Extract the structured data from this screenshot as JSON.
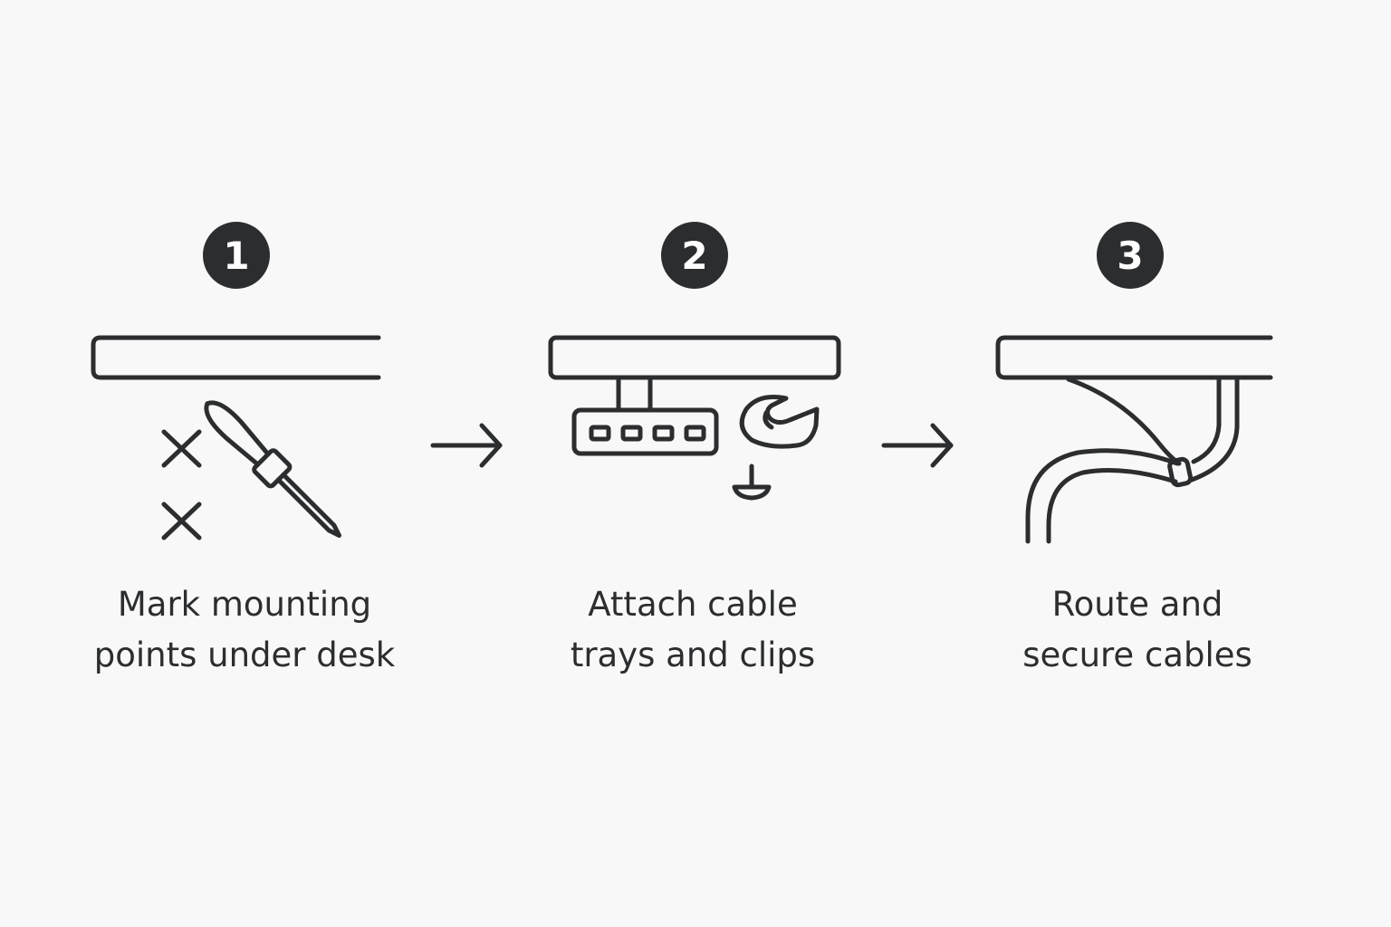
{
  "steps": [
    {
      "number": "1",
      "caption_lines": [
        "Mark mounting",
        "points under desk"
      ]
    },
    {
      "number": "2",
      "caption_lines": [
        "Attach cable",
        "trays and clips"
      ]
    },
    {
      "number": "3",
      "caption_lines": [
        "Route and",
        "secure cables"
      ]
    }
  ],
  "colors": {
    "ink": "#2b2d2f",
    "background": "#f8f8f8",
    "badge_text": "#ffffff"
  },
  "icons": {
    "step1": [
      "desk-top-icon",
      "cross-mark-icon",
      "cross-mark-icon",
      "screwdriver-icon"
    ],
    "step2": [
      "desk-top-icon",
      "cable-tray-icon",
      "cable-clip-icon",
      "screw-icon"
    ],
    "step3": [
      "desk-top-icon",
      "cable-bundle-icon",
      "cable-tie-icon"
    ],
    "connectors": [
      "arrow-right-icon",
      "arrow-right-icon"
    ]
  }
}
